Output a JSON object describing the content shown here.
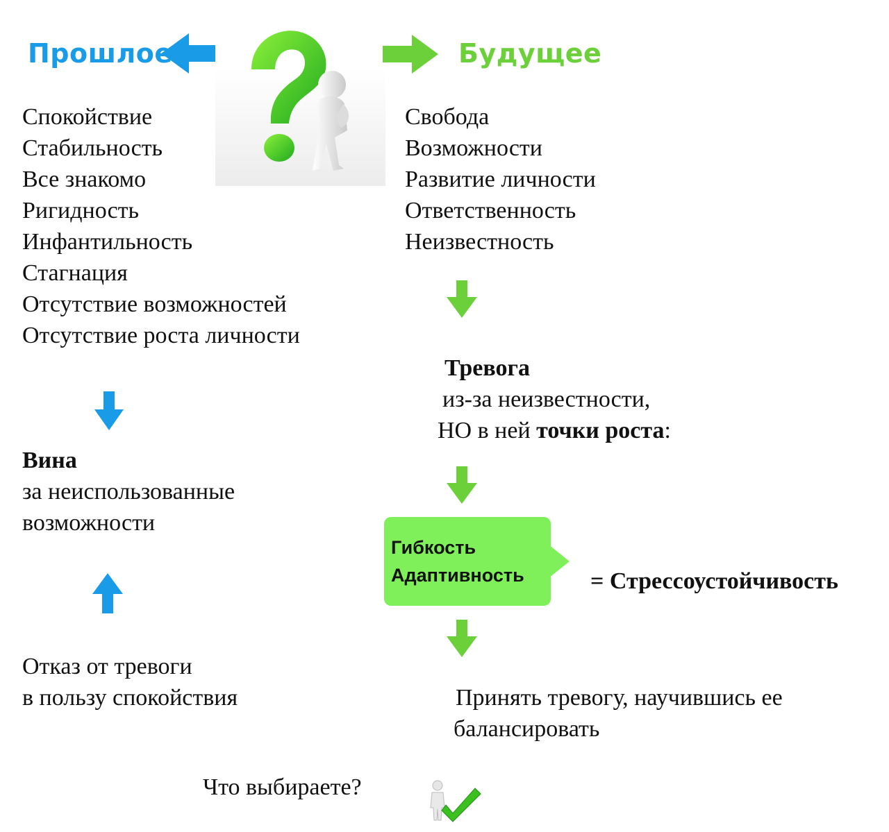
{
  "headings": {
    "past": "Прошлое",
    "future": "Будущее"
  },
  "colors": {
    "past": "#1a9be8",
    "future": "#6cd03a",
    "box": "#7ff05a"
  },
  "past": {
    "items": [
      "Спокойствие",
      "Стабильность",
      "Все знакомо",
      "Ригидность",
      "Инфантильность",
      "Стагнация",
      "Отсутствие возможностей",
      "Отсутствие роста личности"
    ],
    "guilt_title": "Вина",
    "guilt_lines": [
      "за неиспользованные",
      "возможности"
    ],
    "refusal_lines": [
      "Отказ от тревоги",
      "в пользу спокойствия"
    ]
  },
  "future": {
    "items": [
      "Свобода",
      "Возможности",
      "Развитие личности",
      "Ответственность",
      "Неизвестность"
    ],
    "anxiety_title": "Тревога",
    "anxiety_line1": "из-за неизвестности,",
    "anxiety_line2_prefix": "НО в ней ",
    "anxiety_line2_bold": "точки роста",
    "anxiety_line2_suffix": ":",
    "box_lines": [
      "Гибкость",
      "Адаптивность"
    ],
    "result": "= Стрессоустойчивость",
    "accept_lines": [
      "Принять тревогу, научившись ее",
      "балансировать"
    ]
  },
  "question": "Что выбираете?",
  "icons": {
    "center": "question-mark-figure-icon",
    "choice": "figure-checkmark-icon",
    "arrows": [
      "arrow-left-icon",
      "arrow-right-icon",
      "arrow-down-icon",
      "arrow-up-icon"
    ]
  }
}
